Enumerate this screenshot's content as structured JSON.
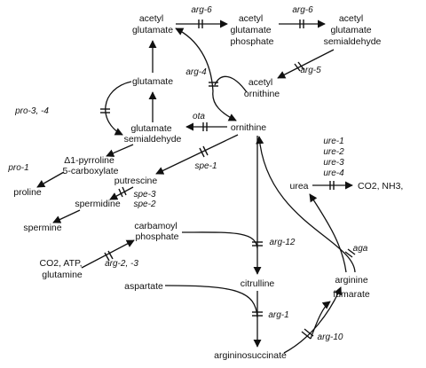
{
  "metabolites": {
    "acetyl_glutamate": [
      "acetyl",
      "glutamate"
    ],
    "acetyl_glutamate_phosphate": [
      "acetyl",
      "glutamate",
      "phosphate"
    ],
    "acetyl_glutamate_semialdehyde": [
      "acetyl",
      "glutamate",
      "semialdehyde"
    ],
    "glutamate": "glutamate",
    "acetyl_ornithine": [
      "acetyl",
      "ornithine"
    ],
    "glutamate_semialdehyde": [
      "glutamate",
      "semialdehyde"
    ],
    "ornithine": "ornithine",
    "pyrroline": [
      "Δ1-pyrroline",
      "5-carboxylate"
    ],
    "proline": "proline",
    "putrescine": "putrescine",
    "spermidine": "spermidine",
    "spermine": "spermine",
    "urea": "urea",
    "co2_nh3": "CO2, NH3,",
    "carbamoyl_phosphate": [
      "carbamoyl",
      "phosphate"
    ],
    "co2_atp_glutamine": [
      "CO2, ATP,",
      "glutamine"
    ],
    "citrulline": "citrulline",
    "aspartate": "aspartate",
    "arginine": "arginine",
    "fumarate": "fumarate",
    "argininosuccinate": "argininosuccinate"
  },
  "enzymes": {
    "arg6_a": "arg-6",
    "arg6_b": "arg-6",
    "arg4": "arg-4",
    "arg5": "arg-5",
    "pro34": "pro-3, -4",
    "ota": "ota",
    "pro1": "pro-1",
    "spe1": "spe-1",
    "spe3": "spe-3",
    "spe2": "spe-2",
    "ure1": "ure-1",
    "ure2": "ure-2",
    "ure3": "ure-3",
    "ure4": "ure-4",
    "aga": "aga",
    "arg12": "arg-12",
    "arg23": "arg-2, -3",
    "arg1": "arg-1",
    "arg10": "arg-10"
  }
}
